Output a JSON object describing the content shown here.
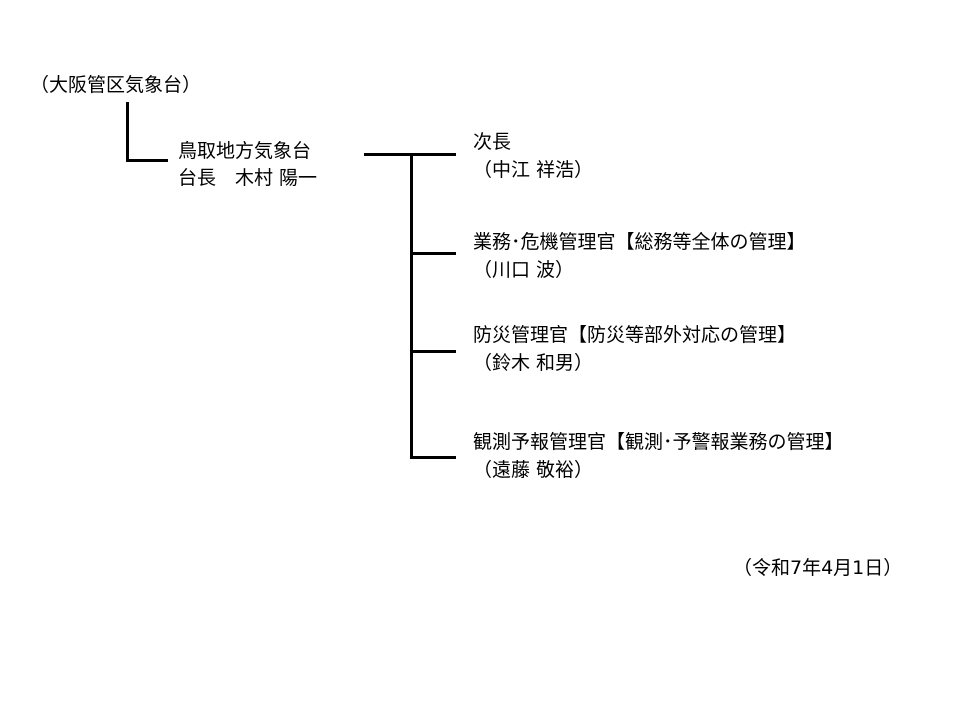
{
  "parent_org": "（大阪管区気象台）",
  "office": {
    "name": "鳥取地方気象台",
    "head": "台長　木村 陽一"
  },
  "branches": [
    {
      "title": "次長",
      "person": "（中江 祥浩）"
    },
    {
      "title": "業務･危機管理官【総務等全体の管理】",
      "person": "（川口 波）"
    },
    {
      "title": "防災管理官【防災等部外対応の管理】",
      "person": "（鈴木 和男）"
    },
    {
      "title": "観測予報管理官【観測･予警報業務の管理】",
      "person": "（遠藤 敬裕）"
    }
  ],
  "date": "（令和7年4月1日）",
  "colors": {
    "text": "#000000",
    "line": "#000000",
    "background": "#ffffff"
  }
}
